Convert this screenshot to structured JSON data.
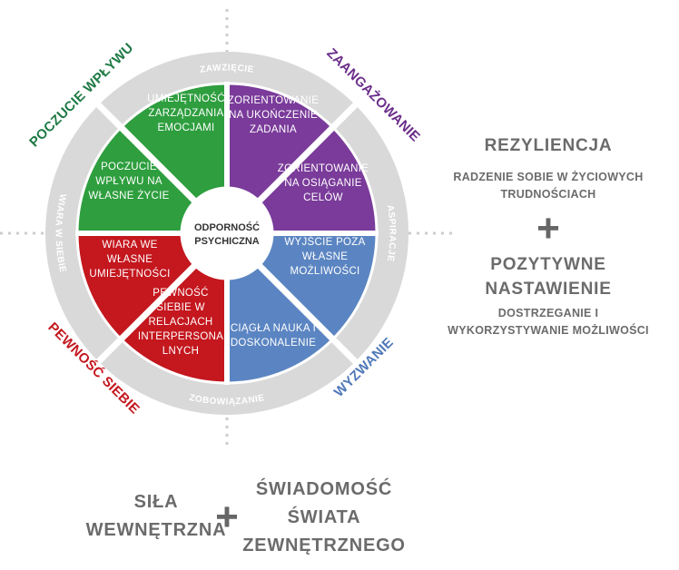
{
  "diagram": {
    "center_label": [
      "ODPORNOŚĆ",
      "PSYCHICZNA"
    ],
    "segments": [
      {
        "id": "top-left-upper",
        "color": "#2e9e3e",
        "lines": [
          "UMIEJĘTNOŚĆ",
          "ZARZĄDZANIA",
          "EMOCJAMI"
        ]
      },
      {
        "id": "top-left-lower",
        "color": "#2e9e3e",
        "lines": [
          "POCZUCIE",
          "WPŁYWU NA",
          "WŁASNE ŻYCIE"
        ]
      },
      {
        "id": "top-right-upper",
        "color": "#7a3b9a",
        "lines": [
          "ZORIENTOWANIE",
          "NA UKOŃCZENIE",
          "ZADANIA"
        ]
      },
      {
        "id": "top-right-lower",
        "color": "#7a3b9a",
        "lines": [
          "ZORIENTOWANIE",
          "NA OSIĄGANIE",
          "CELÓW"
        ]
      },
      {
        "id": "bottom-right-upper",
        "color": "#5b85c2",
        "lines": [
          "WYJŚCIE POZA",
          "WŁASNE",
          "MOŻLIWOŚCI"
        ]
      },
      {
        "id": "bottom-right-lower",
        "color": "#5b85c2",
        "lines": [
          "CIĄGŁA NAUKA I",
          "DOSKONALENIE"
        ]
      },
      {
        "id": "bottom-left-upper",
        "color": "#c4171e",
        "lines": [
          "WIARA WE",
          "WŁASNE",
          "UMIEJĘTNOŚCI"
        ]
      },
      {
        "id": "bottom-left-lower",
        "color": "#c4171e",
        "lines": [
          "PEWNOŚĆ",
          "SIEBIE W",
          "RELACJACH",
          "INTERPERSONA",
          "LNYCH"
        ]
      }
    ],
    "ring_labels": {
      "top": "ZAWZIĘCIE",
      "right": "ASPIRACJE",
      "bottom": "ZOBOWIĄZANIE",
      "left": "WIARA W SIEBIE"
    },
    "outer_labels": {
      "top_left": {
        "text": "POCZUCIE WPŁYWU",
        "color": "#1f7a45"
      },
      "top_right": {
        "text": "ZAANGAŻOWANIE",
        "color": "#6b2d8a"
      },
      "bottom_left": {
        "text": "PEWNOŚĆ SIEBIE",
        "color": "#c4171e"
      },
      "bottom_right": {
        "text": "WYZWANIE",
        "color": "#4f78b8"
      }
    }
  },
  "right_panel": {
    "title1": "REZYLIENCJA",
    "subtitle1_line1": "RADZENIE SOBIE W ŻYCIOWYCH",
    "subtitle1_line2": "TRUDNOŚCIACH",
    "plus": "+",
    "title2_line1": "POZYTYWNE",
    "title2_line2": "NASTAWIENIE",
    "subtitle2_line1": "DOSTRZEGANIE I",
    "subtitle2_line2": "WYKORZYSTYWANIE MOŻLIWOŚCI"
  },
  "bottom_panel": {
    "left_line1": "SIŁA",
    "left_line2": "WEWNĘTRZNA",
    "plus": "+",
    "right_line1": "ŚWIADOMOŚĆ",
    "right_line2": "ŚWIATA",
    "right_line3": "ZEWNĘTRZNEGO"
  },
  "colors": {
    "ring": "#d9d9d9",
    "green": "#2e9e3e",
    "purple": "#7a3b9a",
    "blue": "#5b85c2",
    "red": "#c4171e",
    "dotted": "#cccccc"
  }
}
